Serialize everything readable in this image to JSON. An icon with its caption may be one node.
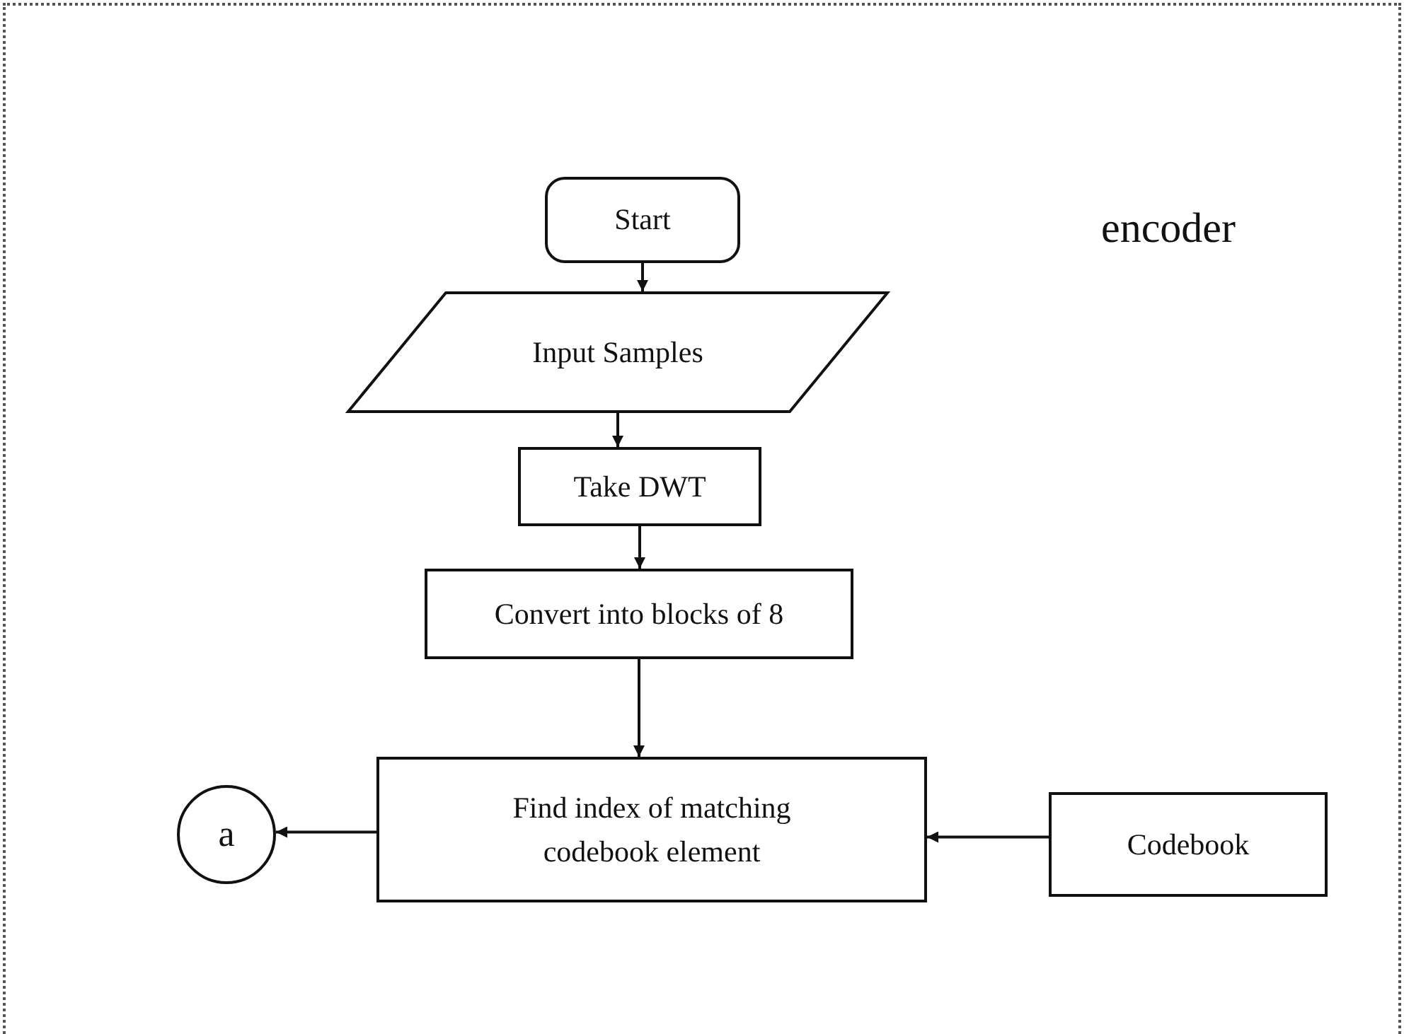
{
  "diagram": {
    "nodes": [
      {
        "text": [
          "Start"
        ]
      },
      {
        "text": [
          "Input Samples"
        ]
      },
      {
        "text": [
          "Take DWT"
        ]
      },
      {
        "text": [
          "Convert into blocks of 8"
        ]
      },
      {
        "text": [
          "Find index of matching codebook element"
        ]
      },
      {
        "text": [
          "Codebook"
        ]
      },
      {
        "text": [
          "a"
        ]
      }
    ],
    "edges": [
      {
        "from": 0,
        "to": 1,
        "arrow": "to"
      },
      {
        "from": 1,
        "to": 2,
        "arrow": "to"
      },
      {
        "from": 2,
        "to": 3,
        "arrow": "to"
      },
      {
        "from": 3,
        "to": 4,
        "arrow": "to"
      },
      {
        "from": 5,
        "to": 4,
        "arrow": "to"
      },
      {
        "from": 4,
        "to": 6,
        "arrow": "to"
      }
    ],
    "labels": [
      "encoder"
    ]
  }
}
